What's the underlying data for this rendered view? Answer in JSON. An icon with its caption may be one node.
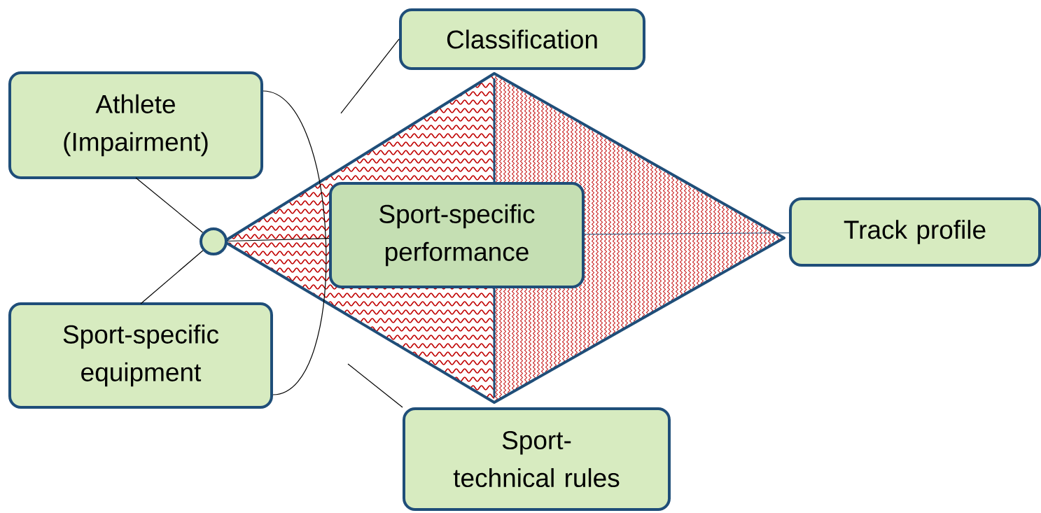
{
  "diagram": {
    "nodes": [
      {
        "text": [
          "Classification"
        ]
      },
      {
        "text": [
          "Athlete (Impairment)"
        ]
      },
      {
        "text": [],
        "shape": "circle"
      },
      {
        "text": [
          "Sport-specific performance"
        ]
      },
      {
        "text": [
          "Track profile"
        ]
      },
      {
        "text": [
          "Sport-specific equipment"
        ]
      },
      {
        "text": [
          "Sport-technical rules"
        ]
      }
    ],
    "edges": [
      {
        "from": 1,
        "to": 2,
        "arrow": "none"
      },
      {
        "from": 5,
        "to": 2,
        "arrow": "none"
      },
      {
        "from": 2,
        "to": 3,
        "arrow": "none"
      },
      {
        "from": 3,
        "to": 4,
        "arrow": "none",
        "color": "#1f4e79"
      },
      {
        "from": 1,
        "to": 5,
        "arrow": "none"
      },
      {
        "from": 0,
        "to": null,
        "arrow": "none"
      },
      {
        "from": 6,
        "to": null,
        "arrow": "none"
      }
    ]
  }
}
